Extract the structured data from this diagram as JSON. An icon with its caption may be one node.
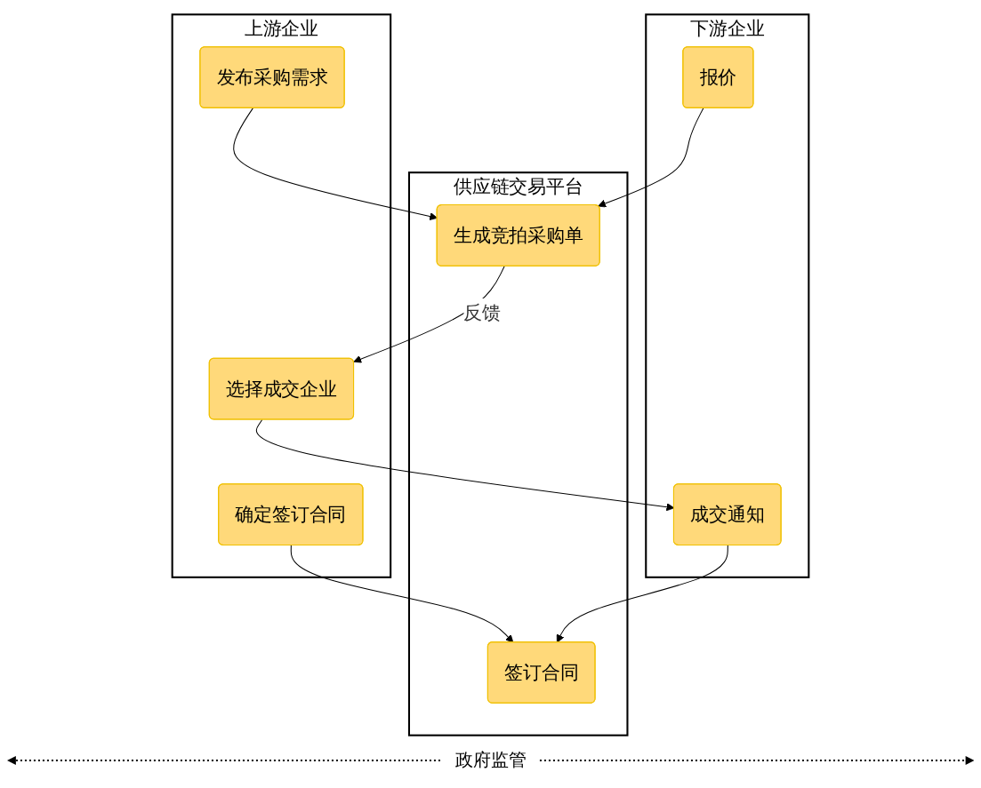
{
  "diagram": {
    "nodes": [
      {
        "text": [
          "上游企业"
        ]
      },
      {
        "text": [
          "供应链交易平台"
        ]
      },
      {
        "text": [
          "下游企业"
        ]
      },
      {
        "text": [
          "发布采购需求"
        ],
        "in": 0
      },
      {
        "text": [
          "生成竞拍采购单"
        ],
        "in": 1
      },
      {
        "text": [
          "报价"
        ],
        "in": 2
      },
      {
        "text": [
          "选择成交企业"
        ],
        "in": 0
      },
      {
        "text": [
          "成交通知"
        ],
        "in": 2
      },
      {
        "text": [
          "确定签订合同"
        ],
        "in": 0
      },
      {
        "text": [
          "签订合同"
        ],
        "in": 1
      }
    ],
    "edges": [
      {
        "from": 3,
        "to": 4,
        "arrow": "to"
      },
      {
        "from": 5,
        "to": 4,
        "arrow": "to"
      },
      {
        "from": 4,
        "to": 6,
        "arrow": "to",
        "label": "反馈"
      },
      {
        "from": 6,
        "to": 7,
        "arrow": "to"
      },
      {
        "from": 8,
        "to": 9,
        "arrow": "to"
      },
      {
        "from": 7,
        "to": 9,
        "arrow": "to"
      }
    ],
    "labels": [
      "政府监管"
    ]
  }
}
